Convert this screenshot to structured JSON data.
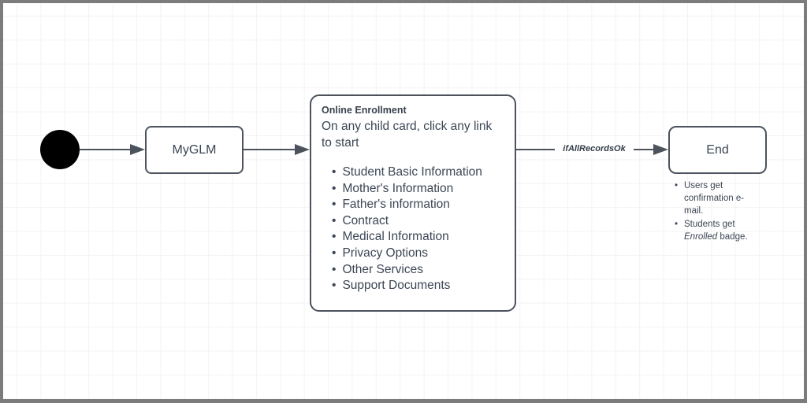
{
  "colors": {
    "stroke": "#4c535d",
    "text": "#3c4654",
    "background": "#ffffff",
    "grid_line": "#f6f2f3",
    "frame": "#7c7c7c",
    "start_node_fill": "#000000"
  },
  "myglm": {
    "label": "MyGLM"
  },
  "enrollment": {
    "title": "Online Enrollment",
    "description": "On any child card, click any link to start",
    "items": [
      "Student Basic Information",
      "Mother's Information",
      "Father's information",
      "Contract",
      "Medical Information",
      "Privacy Options",
      "Other Services",
      "Support Documents"
    ]
  },
  "edge": {
    "label": "ifAllRecordsOk"
  },
  "end": {
    "label": "End",
    "notes": {
      "note1": "Users get confirmation e-mail.",
      "note2_before": "Students get ",
      "note2_emphasis": "Enrolled",
      "note2_after": " badge."
    }
  }
}
